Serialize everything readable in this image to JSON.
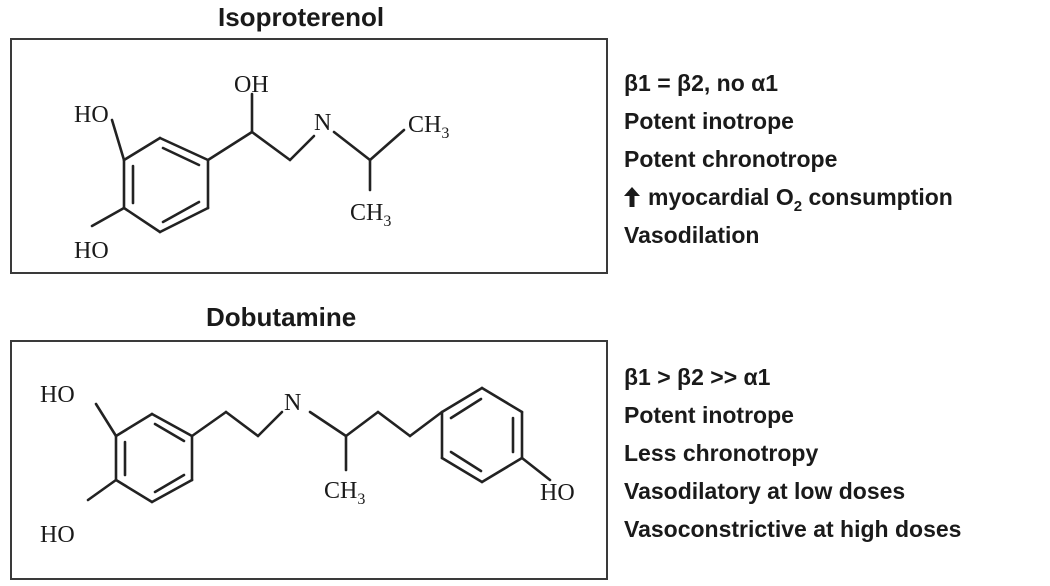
{
  "isoproterenol": {
    "title": "Isoproterenol",
    "labels": {
      "oh_top": "OH",
      "ho_upper": "HO",
      "ho_lower": "HO",
      "n": "N",
      "ch3_upper": "CH",
      "ch3_upper_sub": "3",
      "ch3_lower": "CH",
      "ch3_lower_sub": "3"
    },
    "properties": {
      "receptor": "β1 = β2, no α1",
      "line2": "Potent inotrope",
      "line3": "Potent chronotrope",
      "line4_icon": "up-arrow-icon",
      "line4_pre": "myocardial O",
      "line4_sub": "2",
      "line4_post": " consumption",
      "line5": "Vasodilation"
    }
  },
  "dobutamine": {
    "title": "Dobutamine",
    "labels": {
      "ho_upper": "HO",
      "ho_lower": "HO",
      "n": "N",
      "ch3": "CH",
      "ch3_sub": "3",
      "ho_right": "HO"
    },
    "properties": {
      "receptor": "β1 > β2 >> α1",
      "line2": "Potent inotrope",
      "line3": "Less chronotropy",
      "line4": "Vasodilatory at low doses",
      "line5": "Vasoconstrictive at high doses"
    }
  }
}
